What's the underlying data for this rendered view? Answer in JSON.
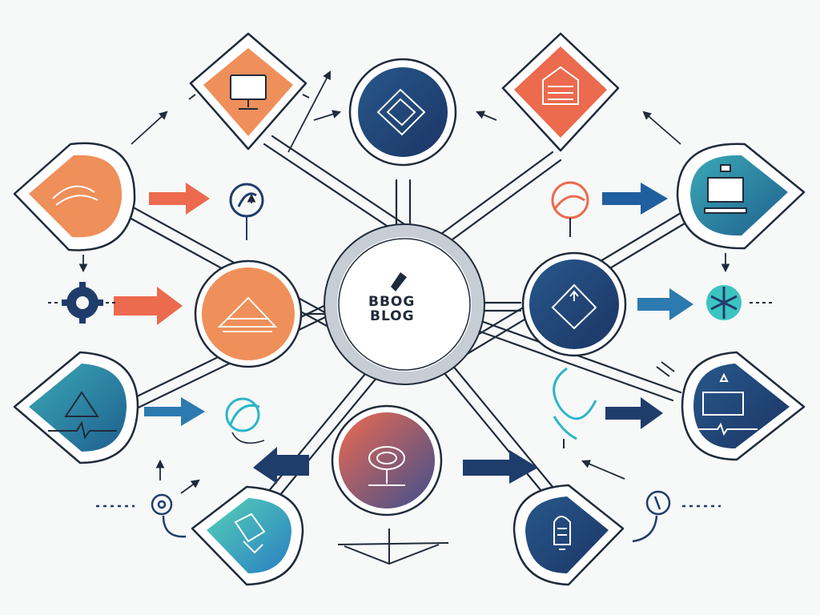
{
  "hub": {
    "label_top": "BBOG",
    "label_bottom": "BLOG"
  },
  "palette": {
    "navy": "#1f3d6b",
    "orange": "#ef8f5a",
    "coral": "#ec6a4e",
    "teal": "#2b8aa6",
    "aqua": "#3cc4c1",
    "ink": "#1f2b3a",
    "ring": "#c7cdd5"
  },
  "nodes": [
    {
      "id": "monitor-top-left",
      "shape": "diamond",
      "fill": "#ef8f5a",
      "icon": "monitor-icon"
    },
    {
      "id": "document-top-center",
      "shape": "circle",
      "fill": "#1f3d6b",
      "icon": "document-icon"
    },
    {
      "id": "layers-top-right",
      "shape": "diamond",
      "fill": "#ec6a4e",
      "icon": "layers-icon"
    },
    {
      "id": "hand-left",
      "shape": "drop",
      "fill": "#ef8f5a",
      "icon": "hand-icon"
    },
    {
      "id": "computer-right",
      "shape": "drop",
      "fill": "#2b8aa6",
      "icon": "computer-icon"
    },
    {
      "id": "pyramid-mid-left",
      "shape": "circle",
      "fill": "#ef8f5a",
      "icon": "pyramid-icon"
    },
    {
      "id": "compass-mid-right",
      "shape": "circle",
      "fill": "#1f3d6b",
      "icon": "compass-icon"
    },
    {
      "id": "triangle-lower-left",
      "shape": "drop",
      "fill": "#2b8aa6",
      "icon": "triangle-icon"
    },
    {
      "id": "frame-lower-right",
      "shape": "drop",
      "fill": "#1f3d6b",
      "icon": "frame-icon"
    },
    {
      "id": "brain-bottom-center",
      "shape": "circle",
      "fill": "#ec6a4e",
      "icon": "brain-icon"
    },
    {
      "id": "edit-bottom-left",
      "shape": "drop",
      "fill": "#3cc4c1",
      "icon": "edit-icon"
    },
    {
      "id": "bulb-bottom-right",
      "shape": "drop",
      "fill": "#1f3d6b",
      "icon": "bulb-icon"
    }
  ]
}
